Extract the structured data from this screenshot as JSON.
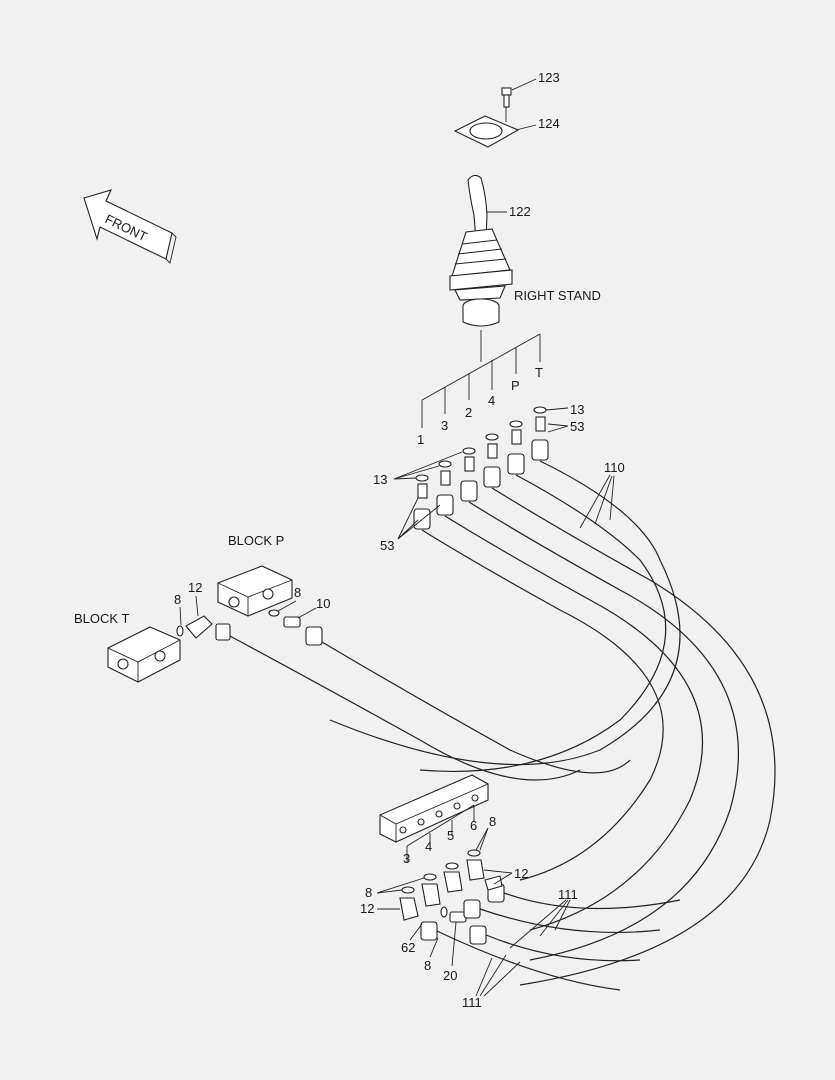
{
  "diagram": {
    "direction_label": "FRONT",
    "group_labels": {
      "right_stand": "RIGHT STAND",
      "block_p": "BLOCK P",
      "block_t": "BLOCK T"
    },
    "port_labels_top": [
      "1",
      "3",
      "2",
      "4",
      "P",
      "T"
    ],
    "port_labels_bottom": [
      "3",
      "4",
      "5",
      "6"
    ],
    "callouts": {
      "c123": "123",
      "c124": "124",
      "c122": "122",
      "c13_top": "13",
      "c53_top": "53",
      "c110": "110",
      "c13_left": "13",
      "c53_left": "53",
      "c12_block": "12",
      "c8_block": "8",
      "c8_block_p": "8",
      "c10": "10",
      "c8_bottom_right": "8",
      "c12_bottom_right": "12",
      "c8_bottom_left": "8",
      "c12_bottom_left": "12",
      "c111_upper": "111",
      "c62": "62",
      "c8_bottom": "8",
      "c20": "20",
      "c111_lower": "111"
    }
  }
}
